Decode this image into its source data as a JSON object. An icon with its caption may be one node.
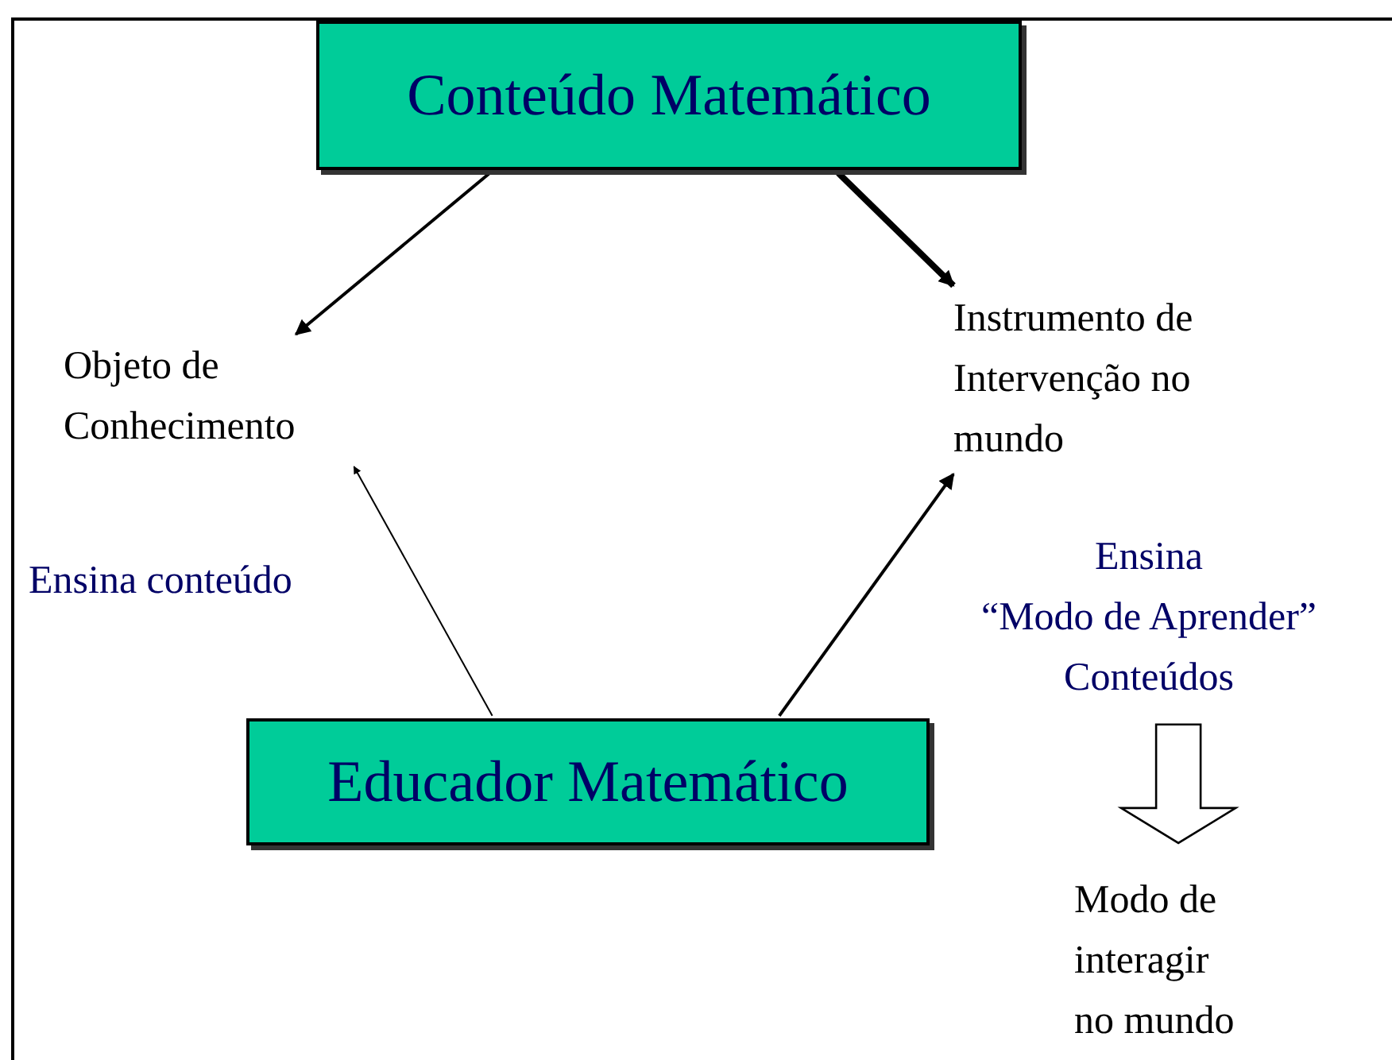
{
  "diagram": {
    "nodes": [
      {
        "text": [
          "Conteúdo Matemático"
        ]
      },
      {
        "text": [
          "Objeto de Conhecimento"
        ]
      },
      {
        "text": [
          "Instrumento de Intervenção no mundo"
        ]
      },
      {
        "text": [
          "Ensina “Modo de Aprender” Conteúdos"
        ]
      },
      {
        "text": [
          "Educador Matemático"
        ]
      },
      {
        "text": [
          "Modo de interagir no mundo"
        ]
      }
    ],
    "edges": [
      {
        "from": 0,
        "to": 1,
        "arrow": "to"
      },
      {
        "from": 0,
        "to": 2,
        "arrow": "to",
        "style": "thick"
      },
      {
        "from": 4,
        "to": 1,
        "arrow": "to"
      },
      {
        "from": 4,
        "to": 2,
        "arrow": "to"
      },
      {
        "from": 3,
        "to": 5,
        "arrow": "to"
      }
    ],
    "labels": [
      "Ensina conteúdo"
    ]
  }
}
